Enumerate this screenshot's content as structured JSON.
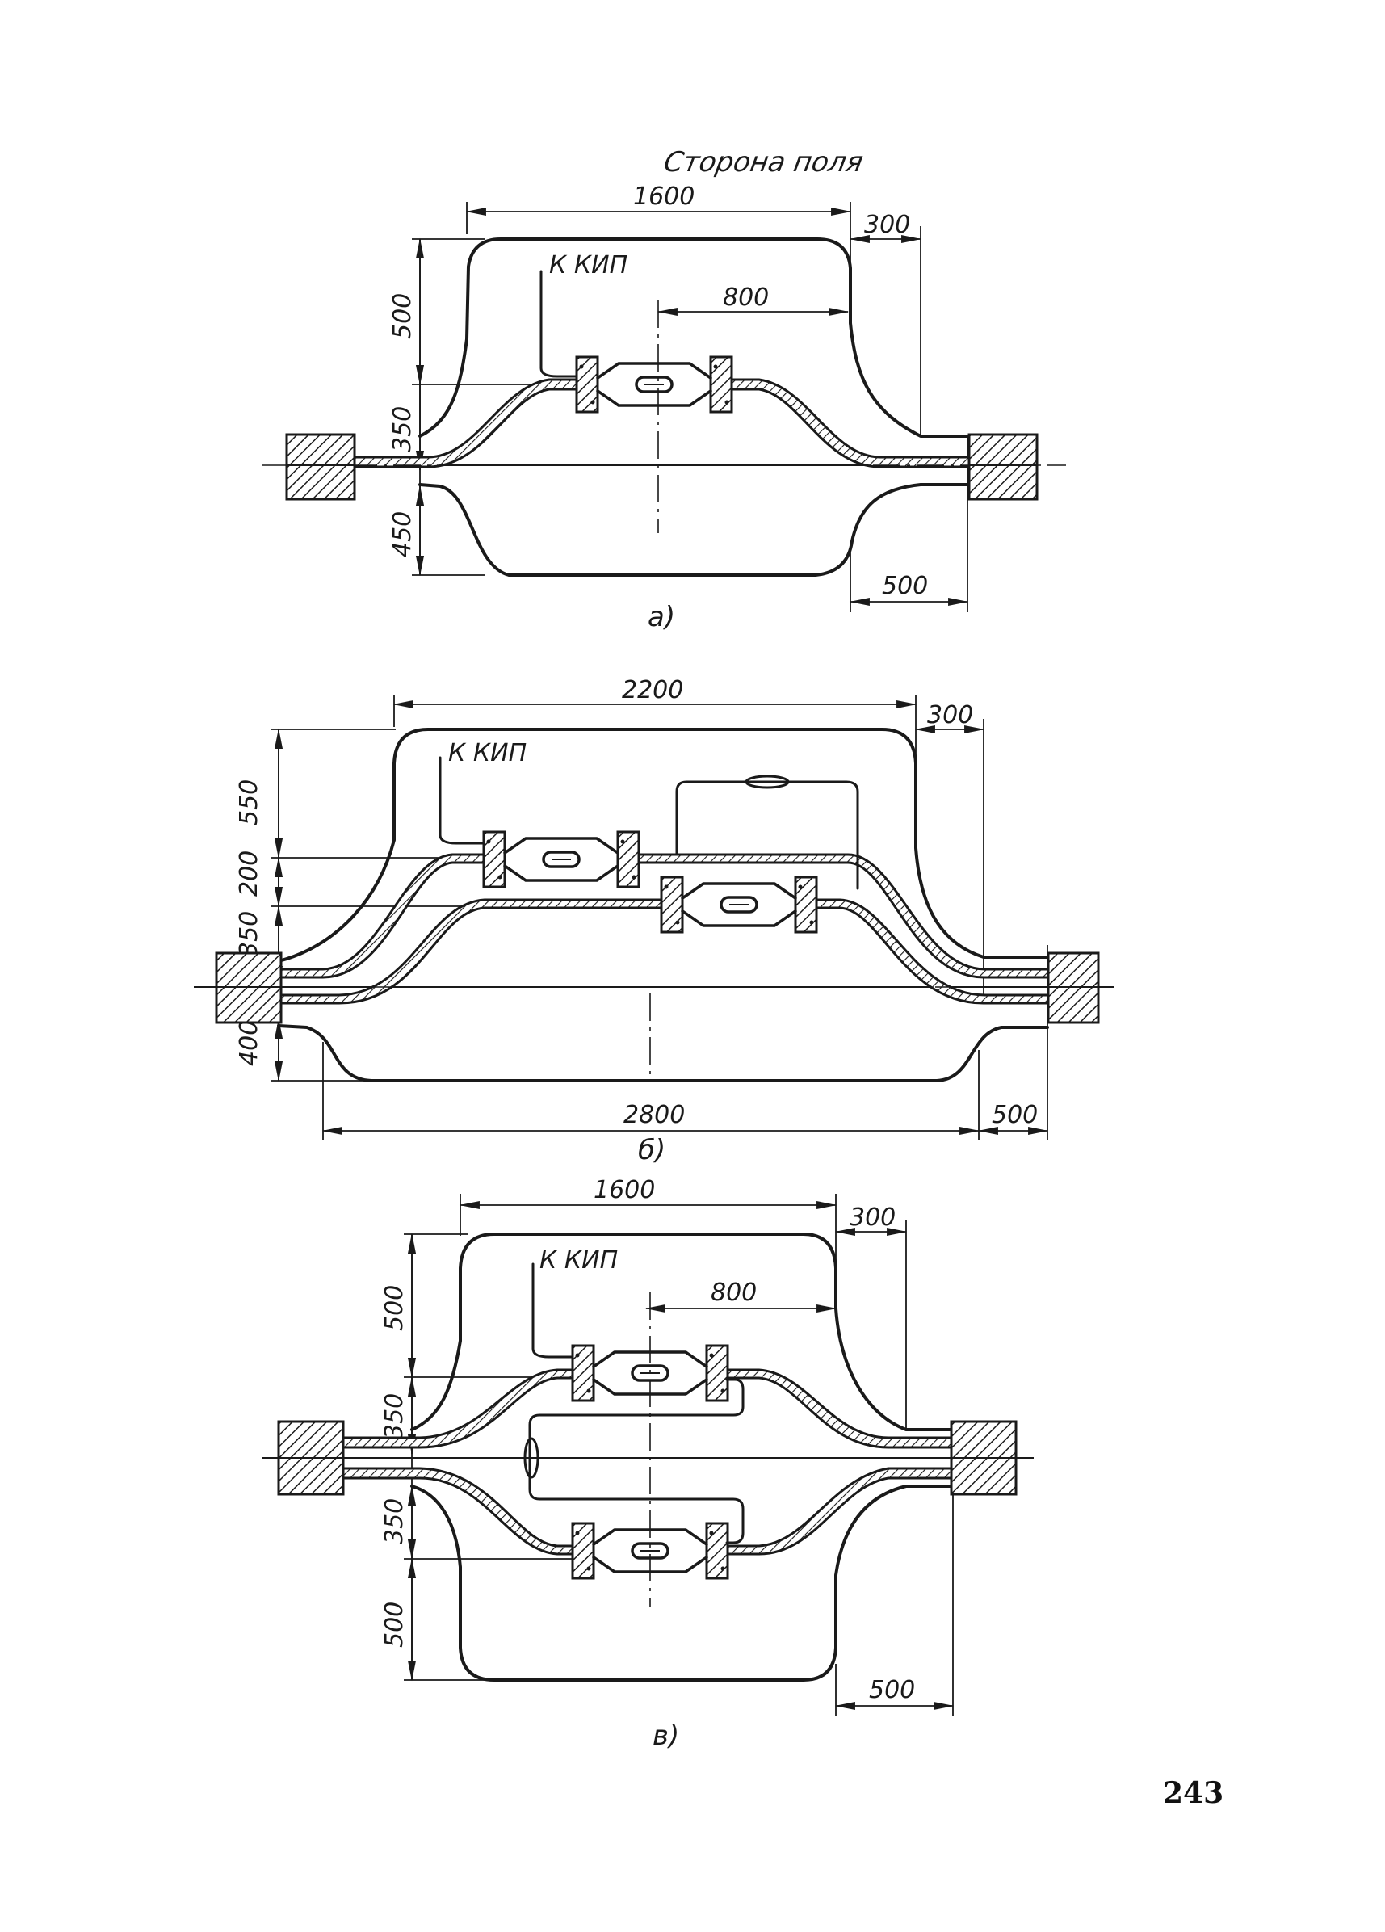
{
  "page_number": "243",
  "figure_a": {
    "top_label": "Сторона поля",
    "kip_label": "К КИП",
    "dims": {
      "width_top": "1600",
      "right_top": "300",
      "center": "800",
      "left_upper": "500",
      "left_mid": "350",
      "left_lower": "450",
      "right_bottom": "500"
    },
    "caption": "а)"
  },
  "figure_b": {
    "kip_label": "К КИП",
    "dims": {
      "width_top": "2200",
      "right_top": "300",
      "left_1": "550",
      "left_2": "200",
      "left_3": "350",
      "left_4": "400",
      "width_bottom": "2800",
      "right_bottom": "500"
    },
    "caption": "б)"
  },
  "figure_c": {
    "kip_label": "К КИП",
    "dims": {
      "width_top": "1600",
      "right_top": "300",
      "center": "800",
      "left_1": "500",
      "left_2": "350",
      "left_3": "350",
      "left_4": "500",
      "right_bottom": "500"
    },
    "caption": "в)"
  }
}
